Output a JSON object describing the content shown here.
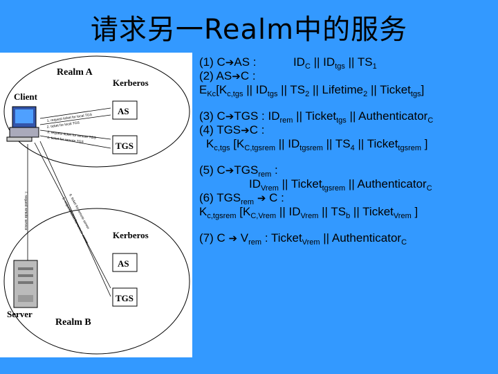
{
  "title": "请求另一Realm中的服务",
  "figure": {
    "realm_a": "Realm A",
    "realm_b": "Realm B",
    "kerberos_a": "Kerberos",
    "kerberos_b": "Kerberos",
    "as_a": "AS",
    "tgs_a": "TGS",
    "as_b": "AS",
    "tgs_b": "TGS",
    "client": "Client",
    "server": "Server",
    "msg1": "1. request ticket for local TGS",
    "msg2": "2. ticket for local TGS",
    "msg3": "3. request ticket for remote TGS",
    "msg4": "4. ticket for remote TGS",
    "msg5": "5. request ticket for remote server",
    "msg6": "6. ticket for remote server",
    "msg7": "7. request remote service"
  },
  "steps": {
    "s1": {
      "a": "(1) C",
      "b": "AS :",
      "c": "ID",
      "c_sub": "C",
      "d": " || ID",
      "d_sub": "tgs",
      "e": " || TS",
      "e_sub": "1"
    },
    "s2": {
      "a": "(2) AS",
      "b": "C :"
    },
    "s2b": {
      "a": "E",
      "a_sub": "Kc",
      "b": "[K",
      "b_sub": "c,tgs",
      "c": " || ID",
      "c_sub": "tgs",
      "d": " || TS",
      "d_sub": "2",
      "e": " || Lifetime",
      "e_sub": "2",
      "f": " || Ticket",
      "f_sub": "tgs",
      "g": "]"
    },
    "s3": {
      "a": "(3) C",
      "b": "TGS : ID",
      "b_sub": "rem",
      "c": " || Ticket",
      "c_sub": "tgs",
      "d": " || Authenticator",
      "d_sub": "C"
    },
    "s4": {
      "a": "(4) TGS",
      "b": "C :"
    },
    "s4b": {
      "a": "K",
      "a_sub": "c,tgs",
      "b": " [K",
      "b_sub": "C,tgsrem",
      "c": " || ID",
      "c_sub": "tgsrem",
      "d": " || TS",
      "d_sub": "4",
      "e": " || Ticket",
      "e_sub": "tgsrem",
      "f": " ]"
    },
    "s5": {
      "a": "(5) C",
      "b": "TGS",
      "b_sub": "rem",
      "c": " :"
    },
    "s5b": {
      "a": "ID",
      "a_sub": "Vrem",
      "b": " || Ticket",
      "b_sub": "tgsrem",
      "c": " || Authenticator",
      "c_sub": "C"
    },
    "s6": {
      "a": "(6) TGS",
      "a_sub": "rem",
      "b": " ",
      "c": " C :"
    },
    "s6b": {
      "a": "K",
      "a_sub": "c,tgsrem",
      "b": " [K",
      "b_sub": "C,Vrem",
      "c": " || ID",
      "c_sub": "Vrem",
      "d": " || TS",
      "d_sub": "b",
      "e": " || Ticket",
      "e_sub": "Vrem",
      "f": " ]"
    },
    "s7": {
      "a": "(7) C ",
      "b": " V",
      "b_sub": "rem",
      "c": "  : Ticket",
      "c_sub": "Vrem",
      "d": " || Authenticator",
      "d_sub": "C"
    }
  }
}
